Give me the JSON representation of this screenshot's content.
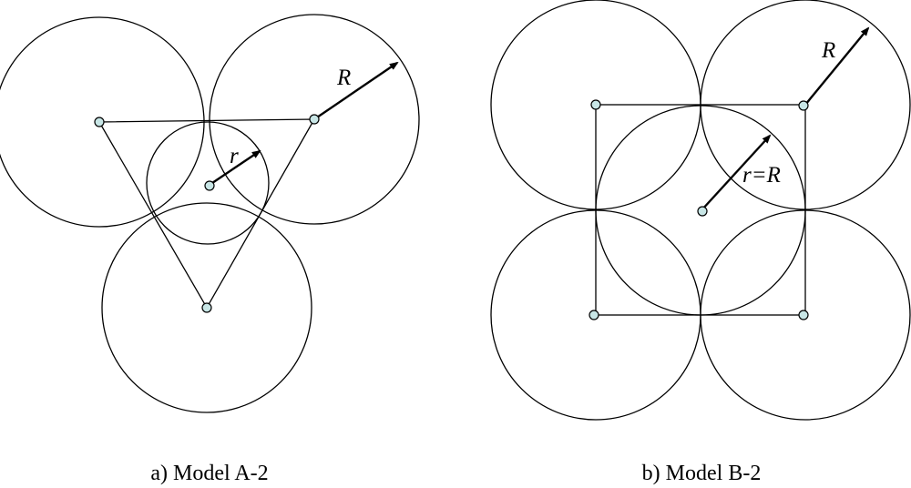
{
  "model_a": {
    "caption": "a) Model A-2",
    "label_big_radius": "R",
    "label_small_radius": "r"
  },
  "model_b": {
    "caption": "b) Model B-2",
    "label_big_radius": "R",
    "label_small_radius": "r=R"
  },
  "colors": {
    "node_fill": "#c8e6e6",
    "stroke": "#000000"
  }
}
